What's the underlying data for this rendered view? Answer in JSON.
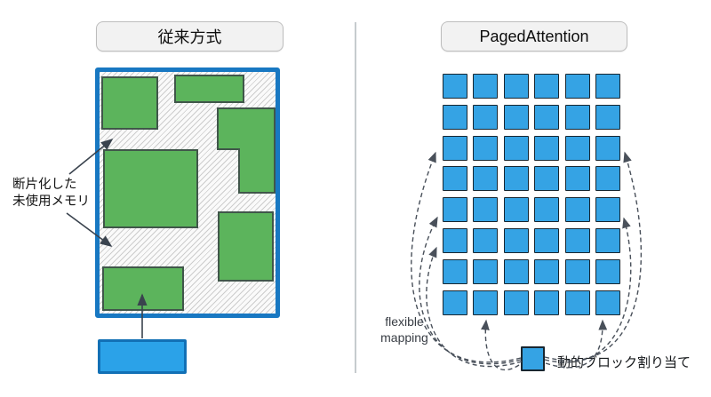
{
  "left_panel": {
    "title": "従来方式",
    "fragmented_label_line1": "断片化した",
    "fragmented_label_line2": "未使用メモリ",
    "green_block_count": 6
  },
  "right_panel": {
    "title": "PagedAttention",
    "flexible_label_line1": "flexible",
    "flexible_label_line2": "mapping",
    "allocation_label": "動的ブロック割り当て",
    "grid": {
      "rows": 8,
      "cols": 6
    }
  },
  "colors": {
    "block_blue": "#35a3e4",
    "block_blue_border": "#182630",
    "container_blue_border": "#1878c2",
    "request_blue": "#2ba2e8",
    "green": "#5cb45c",
    "green_border": "#40564a",
    "arrow_gray": "#49505a",
    "divider_gray": "#c6cbce"
  }
}
